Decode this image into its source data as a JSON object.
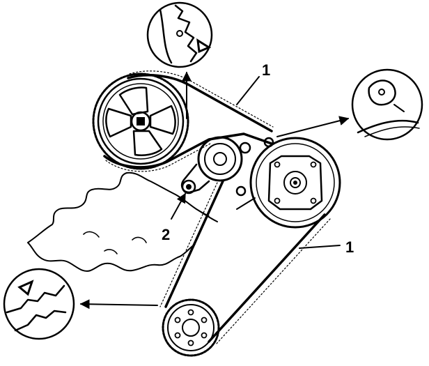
{
  "diagram": {
    "callouts": {
      "belt_top": "1",
      "belt_right": "1",
      "tensioner": "2"
    },
    "colors": {
      "ink": "#000000",
      "paper": "#ffffff"
    },
    "icons": [
      "camshaft-sprocket",
      "crankshaft-sprocket",
      "injection-pump-sprocket",
      "belt-tensioner",
      "timing-mark-detail",
      "arrow"
    ]
  }
}
